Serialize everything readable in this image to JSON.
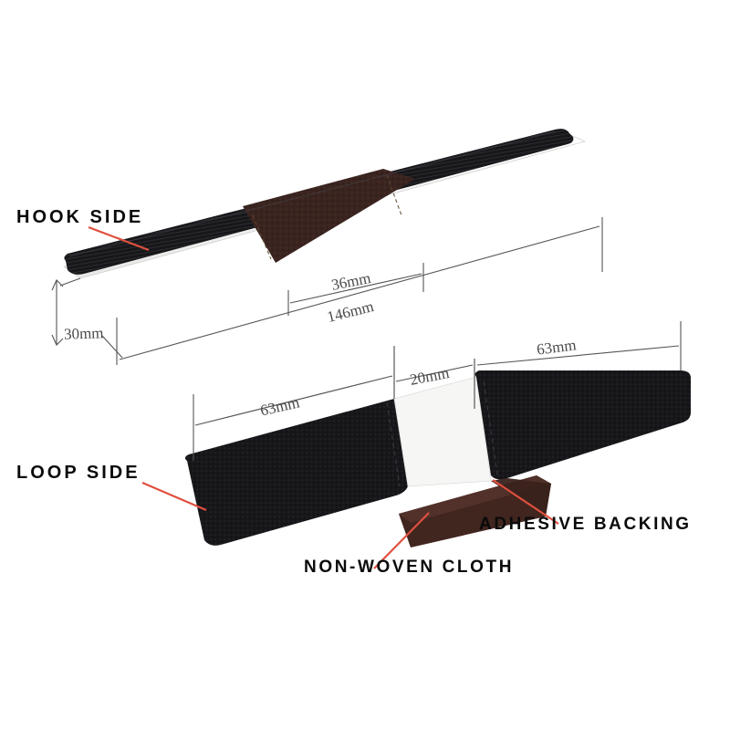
{
  "diagram": {
    "title": "Hook and loop fastening strap specification diagram",
    "background_color": "#ffffff",
    "leader_line_color": "#e0503f",
    "dimension_line_color": "#555555",
    "dimension_text_color": "#4a4a4a"
  },
  "callouts": {
    "hook_side": "HOOK SIDE",
    "loop_side": "LOOP SIDE",
    "non_woven_cloth": "NON-WOVEN CLOTH",
    "adhesive_backing": "ADHESIVE BACKING"
  },
  "upper_strap": {
    "name": "hook side strap",
    "strap_color": "#17171a",
    "patch_color": "#3a2420",
    "dimensions": {
      "total_length": "146mm",
      "patch_width": "36mm",
      "strap_width": "30mm"
    }
  },
  "lower_strap": {
    "name": "loop side strap",
    "strap_color": "#17171a",
    "adhesive_color": "#f4f4f2",
    "cloth_color": "#41251f",
    "dimensions": {
      "left_segment": "63mm",
      "adhesive_segment": "20mm",
      "right_segment": "63mm"
    }
  }
}
